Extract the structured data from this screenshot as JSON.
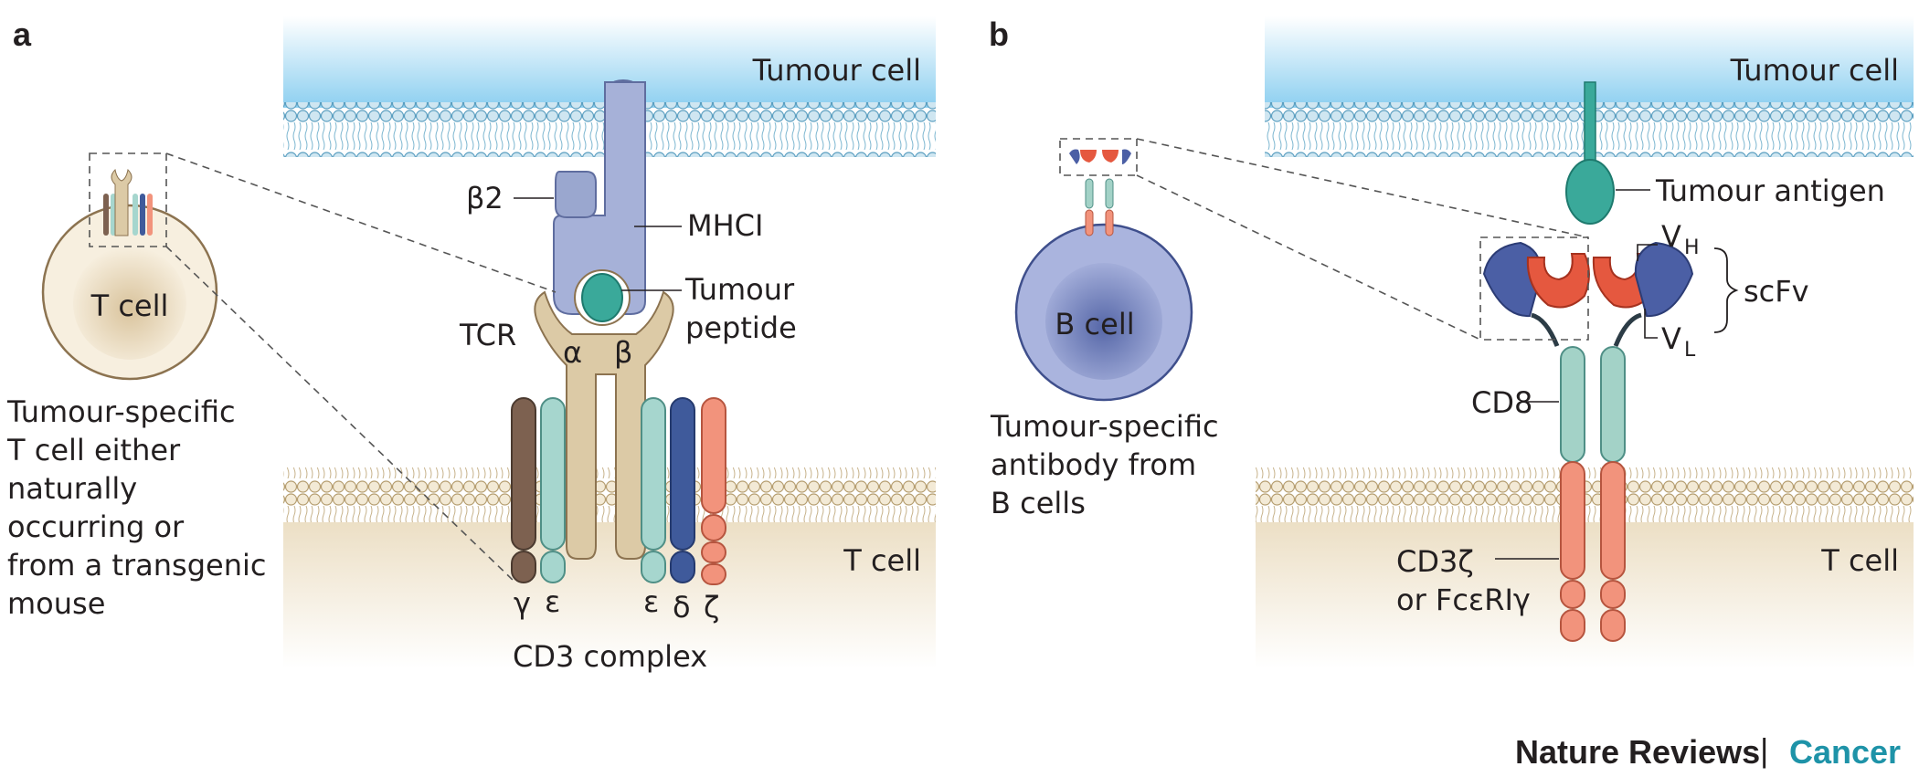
{
  "panel_a": {
    "letter": "a",
    "tumour_cell": "Tumour cell",
    "t_cell_membrane": "T cell",
    "t_cell_body": "T cell",
    "b2": "β2",
    "mhci": "MHCI",
    "tumour_peptide_1": "Tumour",
    "tumour_peptide_2": "peptide",
    "tcr": "TCR",
    "alpha": "α",
    "beta": "β",
    "gamma": "γ",
    "epsilon_1": "ε",
    "epsilon_2": "ε",
    "delta": "δ",
    "zeta": "ζ",
    "cd3_complex": "CD3 complex",
    "caption": [
      "Tumour-specific",
      "T cell either",
      "naturally",
      "occurring or",
      "from a transgenic",
      "mouse"
    ]
  },
  "panel_b": {
    "letter": "b",
    "tumour_cell": "Tumour cell",
    "t_cell_membrane": "T cell",
    "b_cell_body": "B cell",
    "tumour_antigen": "Tumour antigen",
    "vh": "V",
    "vh_sub": "H",
    "vl": "V",
    "vl_sub": "L",
    "scfv": "scFv",
    "cd8": "CD8",
    "cd3z_1": "CD3ζ",
    "cd3z_2": "or FcεRIγ",
    "caption": [
      "Tumour-specific",
      "antibody from",
      "B cells"
    ]
  },
  "footer": {
    "journal": "Nature Reviews",
    "separator": "|",
    "section": "Cancer"
  },
  "colors": {
    "tumour_gradient": "#7ec8e8",
    "tcell_gradient": "#e8d9bd",
    "membrane_bead": "#cfe6f1",
    "mhc": "#9aa7cf",
    "tcr": "#dccaa6",
    "peptide": "#3aa99a",
    "gamma": "#7d6150",
    "epsilon": "#a6d6ce",
    "delta": "#3f5a9b",
    "zeta": "#f2937c",
    "vh": "#e5583f",
    "vl": "#4b5fa5",
    "cd8": "#a3d2c7",
    "brand_blue": "#1e93a8"
  }
}
